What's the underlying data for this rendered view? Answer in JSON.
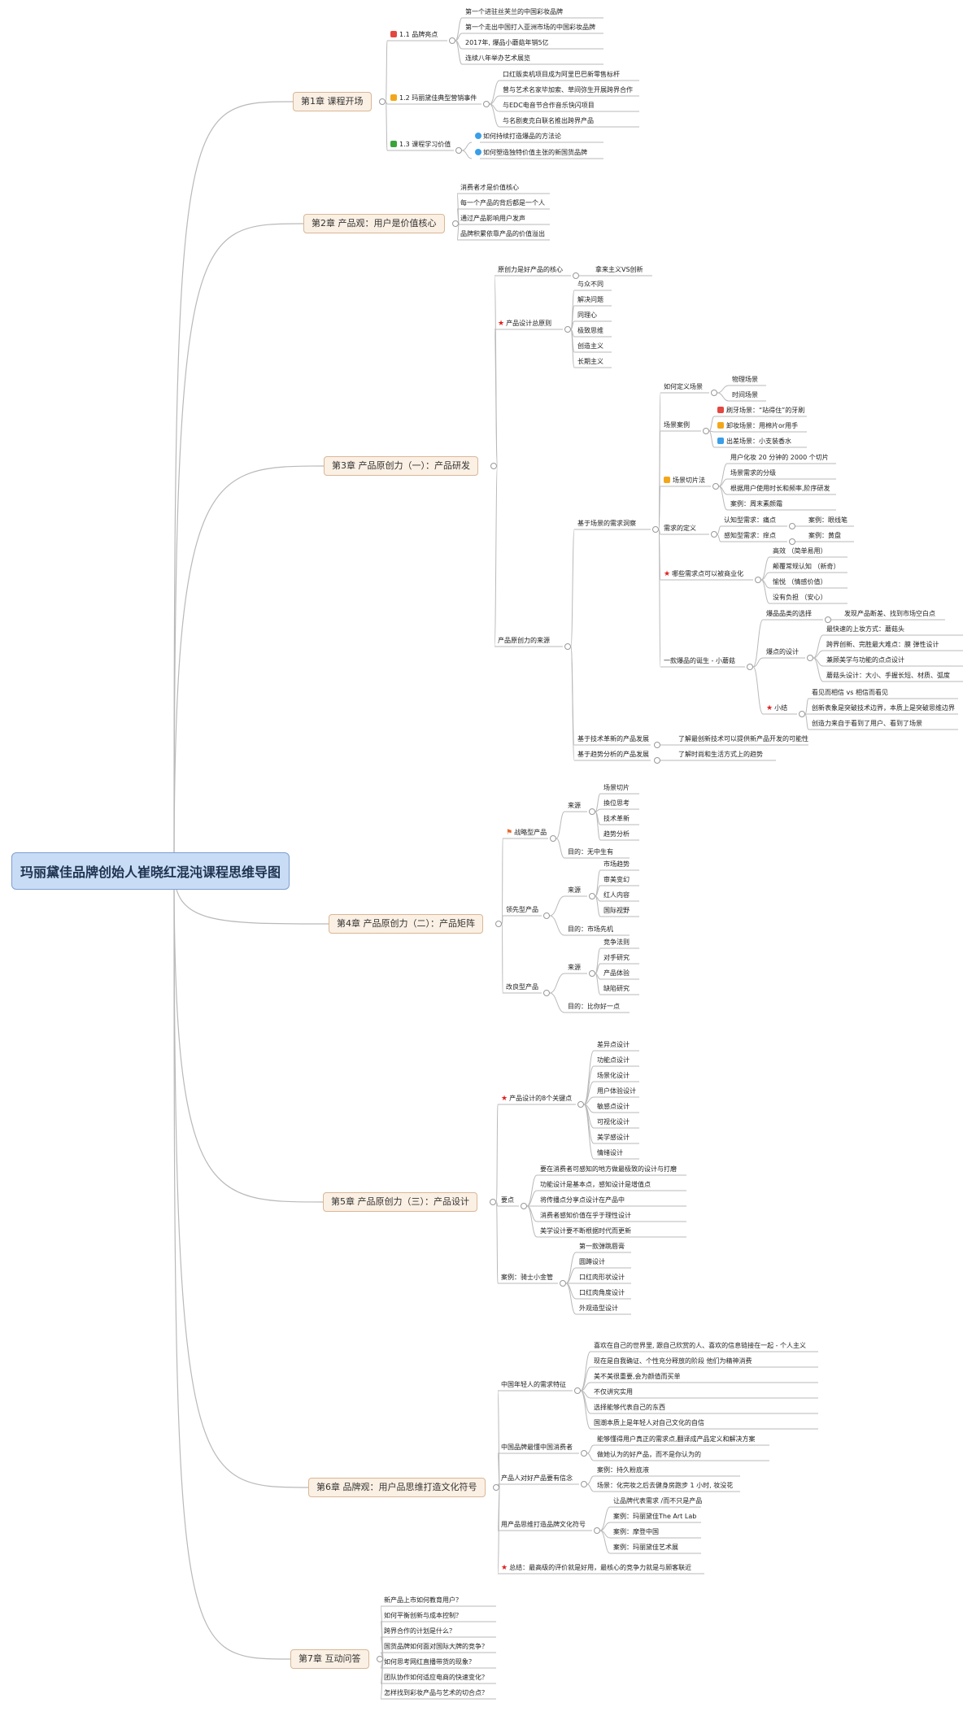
{
  "root": "玛丽黛佳品牌创始人崔晓红混沌课程思维导图",
  "chapters": {
    "ch1": "第1章  课程开场",
    "ch2": "第2章  产品观：用户是价值核心",
    "ch3": "第3章  产品原创力（一）：产品研发",
    "ch4": "第4章  产品原创力（二）：产品矩阵",
    "ch5": "第5章  产品原创力（三）：产品设计",
    "ch6": "第6章  品牌观：用户品思维打造文化符号",
    "ch7": "第7章  互动问答"
  },
  "ch1": {
    "s1": "1.1  品牌亮点",
    "s1_items": [
      "第一个进驻丝芙兰的中国彩妆品牌",
      "第一个走出中国打入亚洲市场的中国彩妆品牌",
      "2017年, 爆品小蘑菇年销5亿",
      "连续八年举办艺术展览"
    ],
    "s2": "1.2  玛丽黛佳典型营销事件",
    "s2_items": [
      "口红贩卖机项目成为阿里巴巴新零售标杆",
      "曾与艺术名家毕加索、草间弥生开展跨界合作",
      "与EDC电音节合作音乐快闪项目",
      "与名剧麦克白联名推出跨界产品"
    ],
    "s3": "1.3  课程学习价值",
    "s3_items": [
      "如何持续打造爆品的方法论",
      "如何塑造独特价值主张的新国货品牌"
    ]
  },
  "ch2_items": [
    "消费者才是价值核心",
    "每一个产品的背后都是一个人",
    "通过产品影响用户发声",
    "品牌积累依靠产品的价值溢出"
  ],
  "ch3": {
    "core": "原创力是好产品的核心",
    "core_sub": "拿来主义VS创新",
    "principle": "产品设计总原则",
    "principle_items": [
      "与众不同",
      "解决问题",
      "同理心",
      "极致思维",
      "创造主义",
      "长期主义"
    ],
    "source": "产品原创力的来源",
    "scene_insight": "基于场景的需求洞察",
    "define_scene": "如何定义场景",
    "define_items": [
      "物理场景",
      "时间场景"
    ],
    "scene_case": "场景案例",
    "case_items": [
      "刷牙场景：“站得住”的牙刷",
      "卸妆场景：用棉片or用手",
      "出差场景：小支装香水"
    ],
    "slice": "场景切片法",
    "slice_items": [
      "用户化妆 20 分钟的 2000 个切片",
      "场景需求的分级",
      "根据用户使用时长和频率,阶序研发",
      "案例：周末素颜霜"
    ],
    "need_def": "需求的定义",
    "need1": "认知型需求：痛点",
    "need1_case": "案例：眼线笔",
    "need2": "感知型需求：痒点",
    "need2_case": "案例：黄盘",
    "commercial": "哪些需求点可以被商业化",
    "commercial_items": [
      "高效  （简单易用）",
      "颠覆常规认知 （新奇）",
      "愉悦 （情感价值）",
      "没有负担 （安心）"
    ],
    "birth": "一款爆品的诞生 - 小蘑菇",
    "select": "爆品品类的选择",
    "select_sub": "发现产品断差、找到市场空白点",
    "design": "爆点的设计",
    "design_items": [
      "最快速的上妆方式：蘑菇头",
      "跨界创新、完胜最大难点：膜 弹性设计",
      "兼顾美学与功能的点点设计",
      "蘑菇头设计：大小、手握长短、材质、弧度"
    ],
    "summary": "小结",
    "summary_items": [
      "看见而相信 vs 相信而看见",
      "创新表象是突破技术边界，本质上是突破思维边界",
      "创造力来自于看到了用户、看到了场景"
    ],
    "tech": "基于技术革新的产品发展",
    "tech_sub": "了解最创新技术可以提供新产品开发的可能性",
    "trend": "基于趋势分析的产品发展",
    "trend_sub": "了解时尚和生活方式上的趋势"
  },
  "ch4": {
    "strategic": "战略型产品",
    "source": "来源",
    "strategic_items": [
      "场景切片",
      "換位思考",
      "技术革新",
      "趋势分析"
    ],
    "strategic_goal": "目的：无中生有",
    "leading": "领先型产品",
    "leading_items": [
      "市场趋势",
      "审美变幻",
      "红人内容",
      "国际视野"
    ],
    "leading_goal": "目的：市场先机",
    "improve": "改良型产品",
    "improve_items": [
      "竞争法则",
      "对手研究",
      "产品体验",
      "缺陷研究"
    ],
    "improve_goal": "目的：比你好一点"
  },
  "ch5": {
    "keypoints": "产品设计的8个关键点",
    "keypoint_items": [
      "差异点设计",
      "功能点设计",
      "场景化设计",
      "用户体验设计",
      "敏感点设计",
      "可视化设计",
      "美学感设计",
      "情绪设计"
    ],
    "essentials": "要点",
    "essential_items": [
      "要在消费者可感知的地方做最极致的设计与打磨",
      "功能设计是基本点，感知设计是增值点",
      "将传播点分享点设计在产品中",
      "消费者感知价值在乎于理性设计",
      "美学设计要不断根据时代而更新"
    ],
    "case": "案例：骑士小金管",
    "case_items": [
      "第一款弹跳唇膏",
      "圆蹲设计",
      "口红肉形状设计",
      "口红肉角度设计",
      "外观造型设计"
    ]
  },
  "ch6": {
    "youth": "中国年轻人的需求特征",
    "youth_items": [
      "喜欢在自己的世界里, 跟自己欣赏的人、喜欢的信息链接在一起 - 个人主义",
      "现在是自我确证、个性充分释放的阶段 他们为精神消费",
      "美不美很重要,会为颜值而买单",
      "不仅讲究实用",
      "选择能够代表自己的东西",
      "国潮本质上是年轻人对自己文化的自信"
    ],
    "brand": "中国品牌最懂中国消费者",
    "brand_items": [
      "能够懂得用户真正的需求点,翻译成产品定义和解决方案",
      "做她认为的好产品，而不是你认为的"
    ],
    "faith": "产品人对好产品要有信念",
    "faith_items": [
      "案例：持久粉底液",
      "场景：化完妆之后去健身房跑步 1 小时, 妆没花"
    ],
    "symbol": "用产品思维打造品牌文化符号",
    "symbol_items": [
      "让品牌代表需求 /而不只是产品",
      "案例：玛丽黛佳The Art Lab",
      "案例：摩登中国",
      "案例：玛丽黛佳艺术展"
    ],
    "summary": "总结：最高级的评价就是好用，最核心的竞争力就是与顾客联近"
  },
  "ch7_items": [
    "新产品上市如何教育用户？",
    "如何平衡创新与成本控制？",
    "跨界合作的计划是什么？",
    "国货品牌如何面对国际大牌的竞争？",
    "如何思考网红直播带货的现象？",
    "团队协作如何适应电商的快速变化？",
    "怎样找到彩妆产品与艺术的切合点？"
  ],
  "colors": {
    "line": "#b9b9b9",
    "star": "#e02020",
    "flag": "#e66a2a",
    "icon_red": "#e3473f",
    "icon_orange": "#f2a71b",
    "icon_green": "#3aa43a",
    "icon_blue": "#3a9ee8"
  }
}
